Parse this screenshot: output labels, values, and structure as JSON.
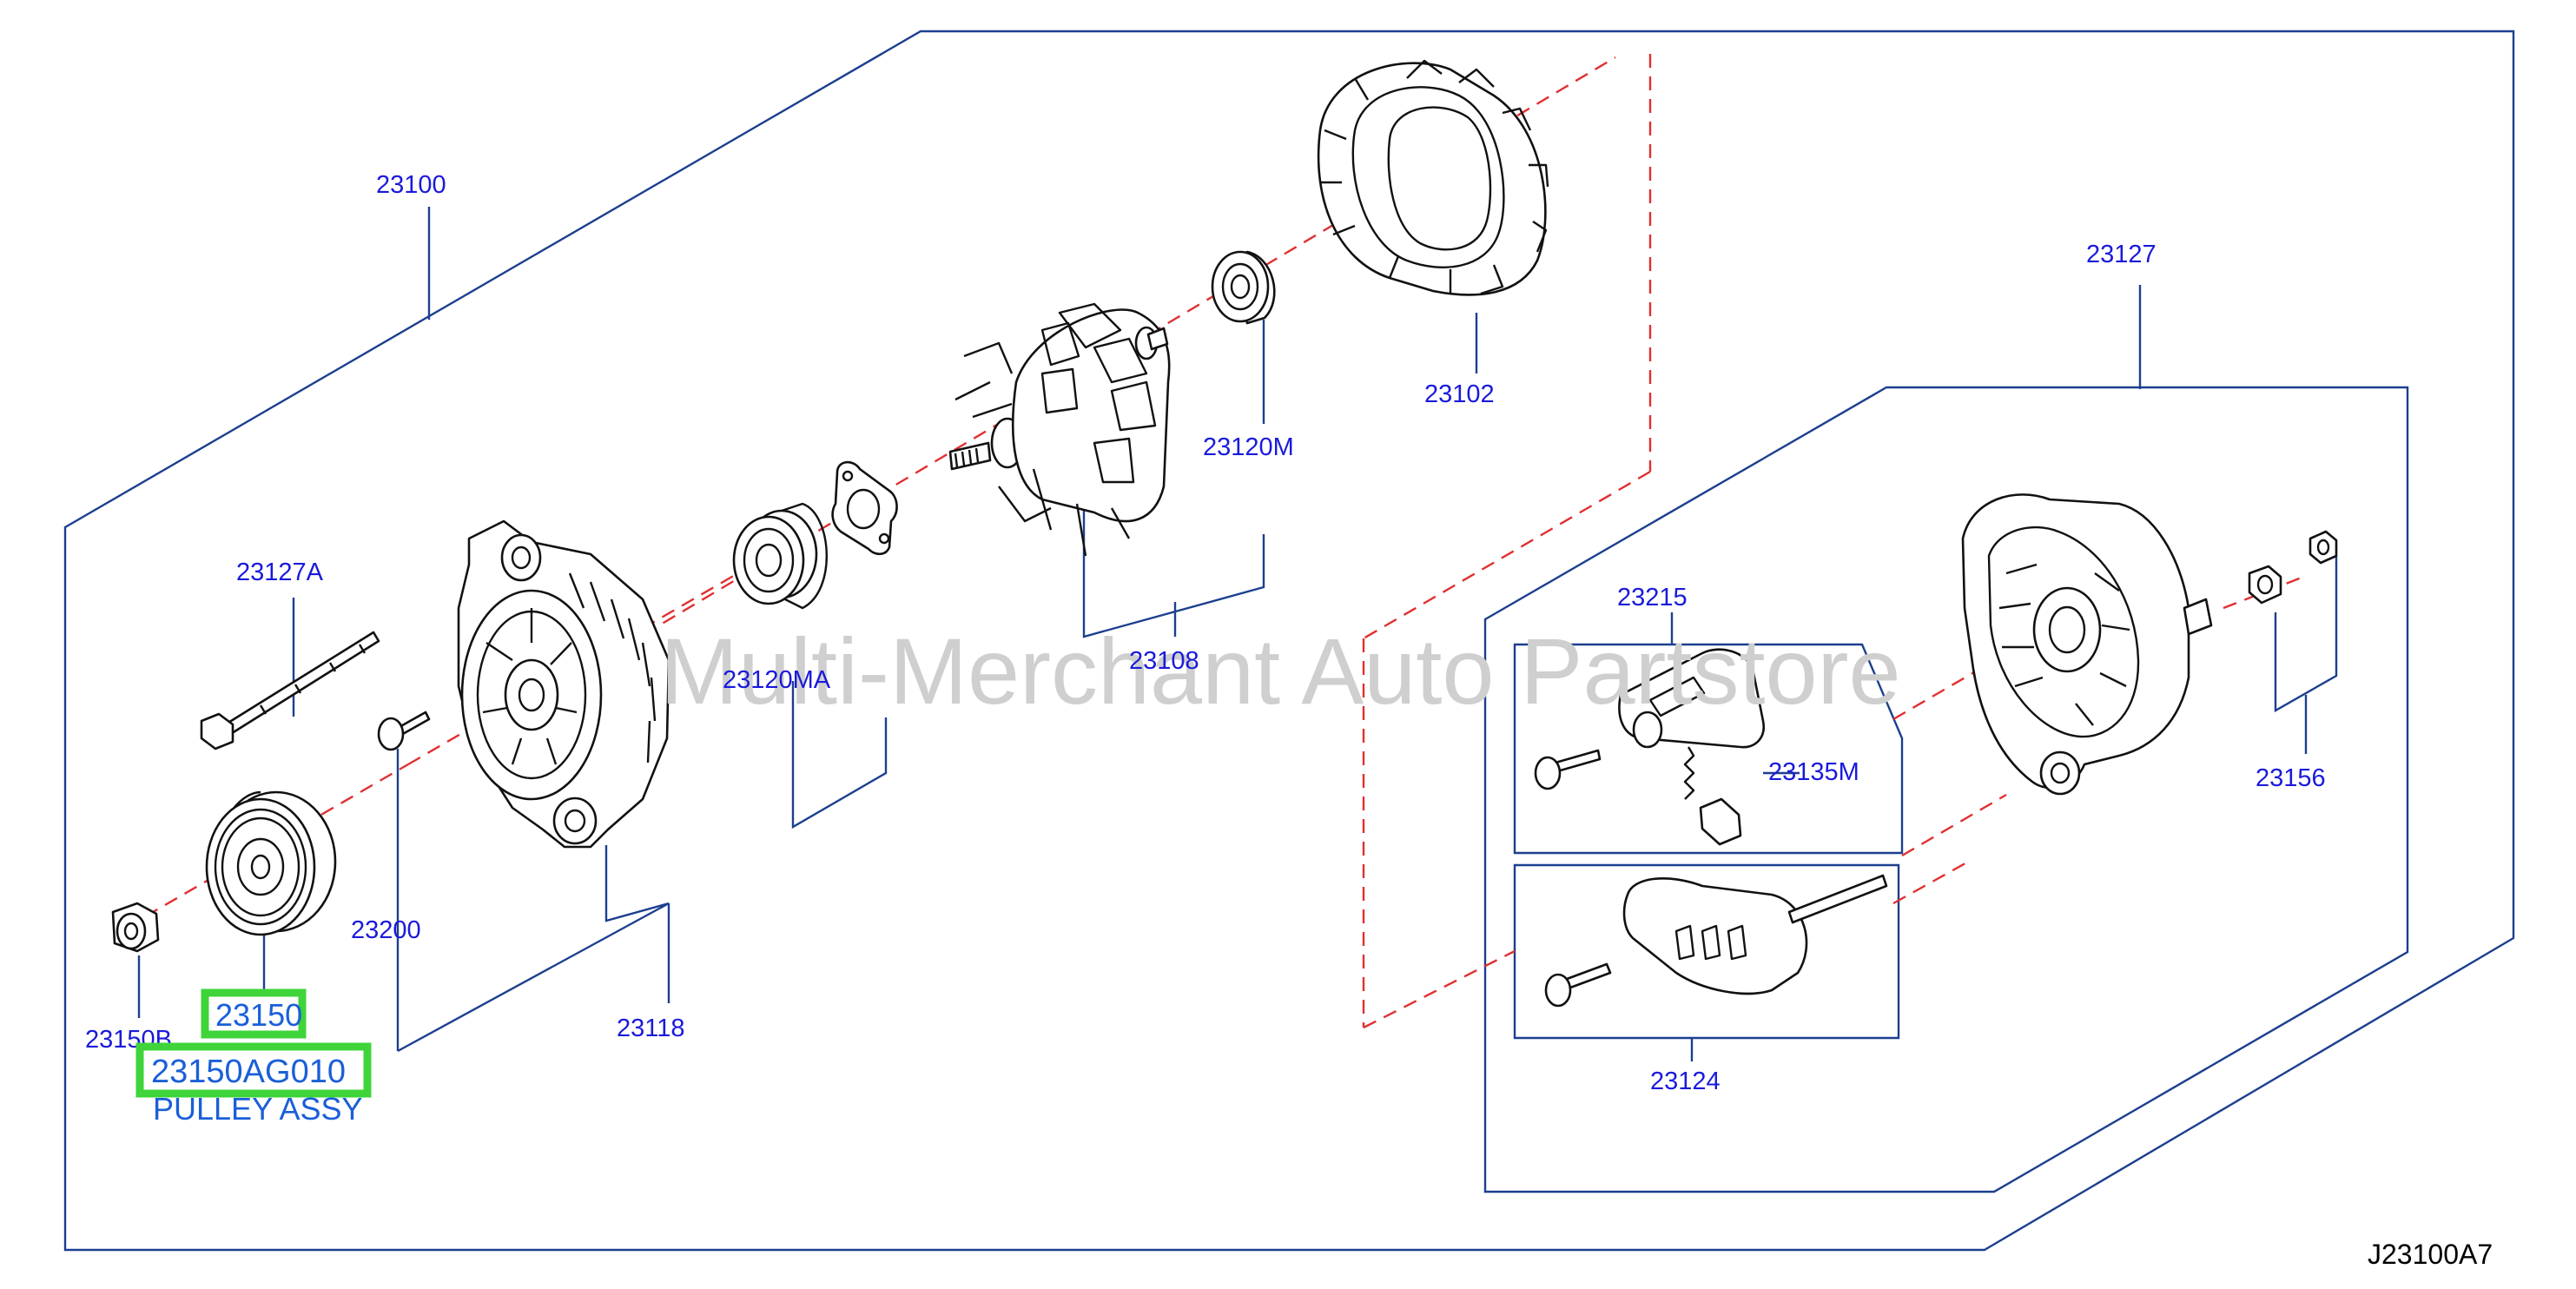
{
  "diagram": {
    "watermark": "Multi-Merchant Auto Partstore",
    "figure_code": "J23100A7",
    "labels": {
      "l23100": "23100",
      "l23102": "23102",
      "l23108": "23108",
      "l23120M": "23120M",
      "l23120MA": "23120MA",
      "l23127": "23127",
      "l23127A": "23127A",
      "l23215": "23215",
      "l23135M": "23135M",
      "l23156": "23156",
      "l23200": "23200",
      "l23118": "23118",
      "l23124": "23124",
      "l23150B": "23150B",
      "l23150": "23150"
    },
    "highlight": {
      "part_number": "23150AG010",
      "part_name": "PULLEY ASSY"
    }
  }
}
